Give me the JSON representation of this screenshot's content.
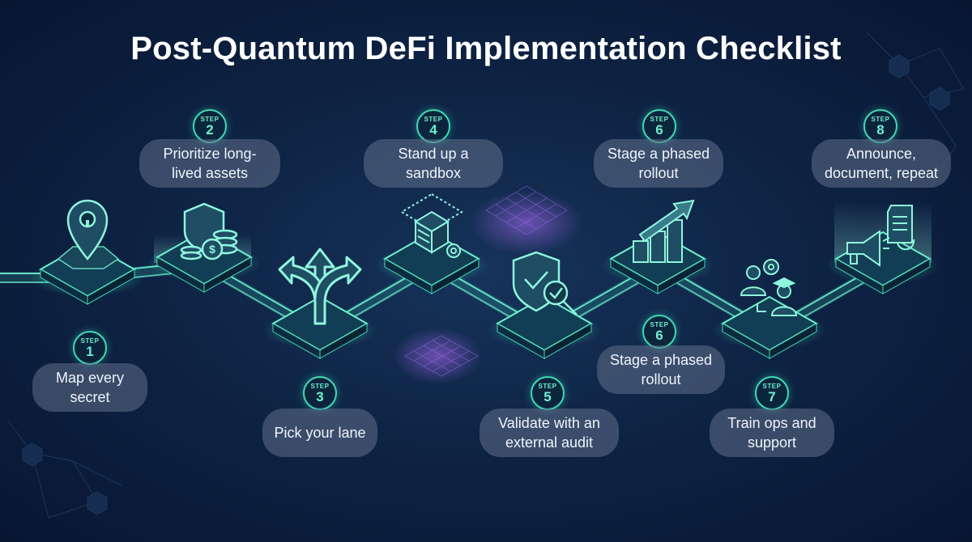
{
  "title": "Post-Quantum DeFi Implementation Checklist",
  "step_word": "STEP",
  "steps": [
    {
      "number": "1",
      "label": "Map every secret",
      "icon": "map-pin-keyhole-icon"
    },
    {
      "number": "2",
      "label": "Prioritize long-lived assets",
      "icon": "shield-coins-icon"
    },
    {
      "number": "3",
      "label": "Pick your lane",
      "icon": "split-arrows-icon"
    },
    {
      "number": "4",
      "label": "Stand up a sandbox",
      "icon": "sandbox-cube-gear-icon"
    },
    {
      "number": "5",
      "label": "Validate with an external audit",
      "icon": "shield-check-magnifier-icon"
    },
    {
      "number": "6",
      "label": "Stage a phased rollout",
      "icon": "rising-bars-arrow-icon"
    },
    {
      "number": "6",
      "label": "Stage a phased rollout",
      "icon": ""
    },
    {
      "number": "7",
      "label": "Train ops and support",
      "icon": "people-training-icon"
    },
    {
      "number": "8",
      "label": "Announce, document, repeat",
      "icon": "megaphone-document-icon"
    }
  ],
  "colors": {
    "background": "#0e2445",
    "accent": "#3fd9b6",
    "label_bg": "#5a6b86",
    "title": "#ffffff"
  }
}
